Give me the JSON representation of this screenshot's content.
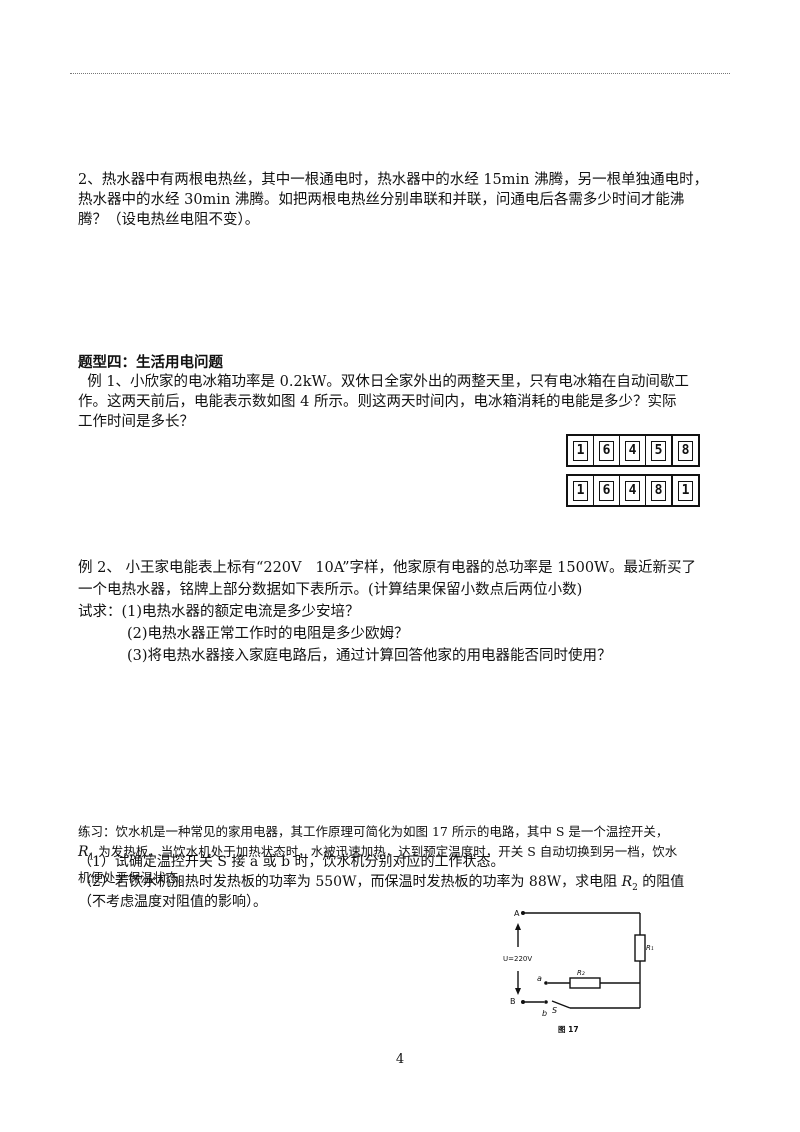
{
  "q2": {
    "line1": "2、热水器中有两根电热丝，其中一根通电时，热水器中的水经 15min 沸腾，另一根单独通电时，",
    "line2": "热水器中的水经 30min 沸腾。如把两根电热丝分别串联和并联，问通电后各需多少时间才能沸",
    "line3": "腾？（设电热丝电阻不变）。"
  },
  "section4_title": "题型四：生活用电问题",
  "ex1": {
    "line1": "  例 1、小欣家的电冰箱功率是 0.2kW。双休日全家外出的两整天里，只有电冰箱在自动间歇工",
    "line2": "作。这两天前后，电能表示数如图 4 所示。则这两天时间内，电冰箱消耗的电能是多少？实际",
    "line3": "工作时间是多长？"
  },
  "meter_before": [
    "1",
    "6",
    "4",
    "5",
    "8"
  ],
  "meter_after": [
    "1",
    "6",
    "4",
    "8",
    "1"
  ],
  "ex2": {
    "line1": "例 2、 小王家电能表上标有“220V   10A”字样，他家原有电器的总功率是 1500W。最近新买了",
    "line2": "一个电热水器，铭牌上部分数据如下表所示。(计算结果保留小数点后两位小数)",
    "line3": "试求：(1)电热水器的额定电流是多少安培？",
    "line4": "(2)电热水器正常工作时的电阻是多少欧姆？",
    "line5": "(3)将电热水器接入家庭电路后，通过计算回答他家的用电器能否同时使用？"
  },
  "practice": {
    "line1": "练习：饮水机是一种常见的家用电器，其工作原理可简化为如图 17 所示的电路，其中 S 是一个温控开关，",
    "line2_r": "R",
    "line2_sub": "1",
    "line2": " 为发热板，当饮水机处于加热状态时，水被迅速加热，达到预定温度时，开关 S 自动切换到另一档，饮水",
    "line3": "机便处于保温状态。",
    "q1": "（1）试确定温控开关 S 接 a 或 b 时，饮水机分别对应的工作状态。",
    "q2a": "（2）若饮水机加热时发热板的功率为 550W，而保温时发热板的功率为 88W，求电阻 ",
    "q2_r": "R",
    "q2_sub": "2",
    "q2b": " 的阻值",
    "q3": "（不考虑温度对阻值的影响）。"
  },
  "circuit": {
    "label_a_top": "A",
    "label_b_bottom": "B",
    "voltage": "U=220V",
    "r1": "R₁",
    "r2": "R₂",
    "a": "a",
    "b": "b",
    "s": "S",
    "caption": "图 17"
  },
  "page_number": "4"
}
